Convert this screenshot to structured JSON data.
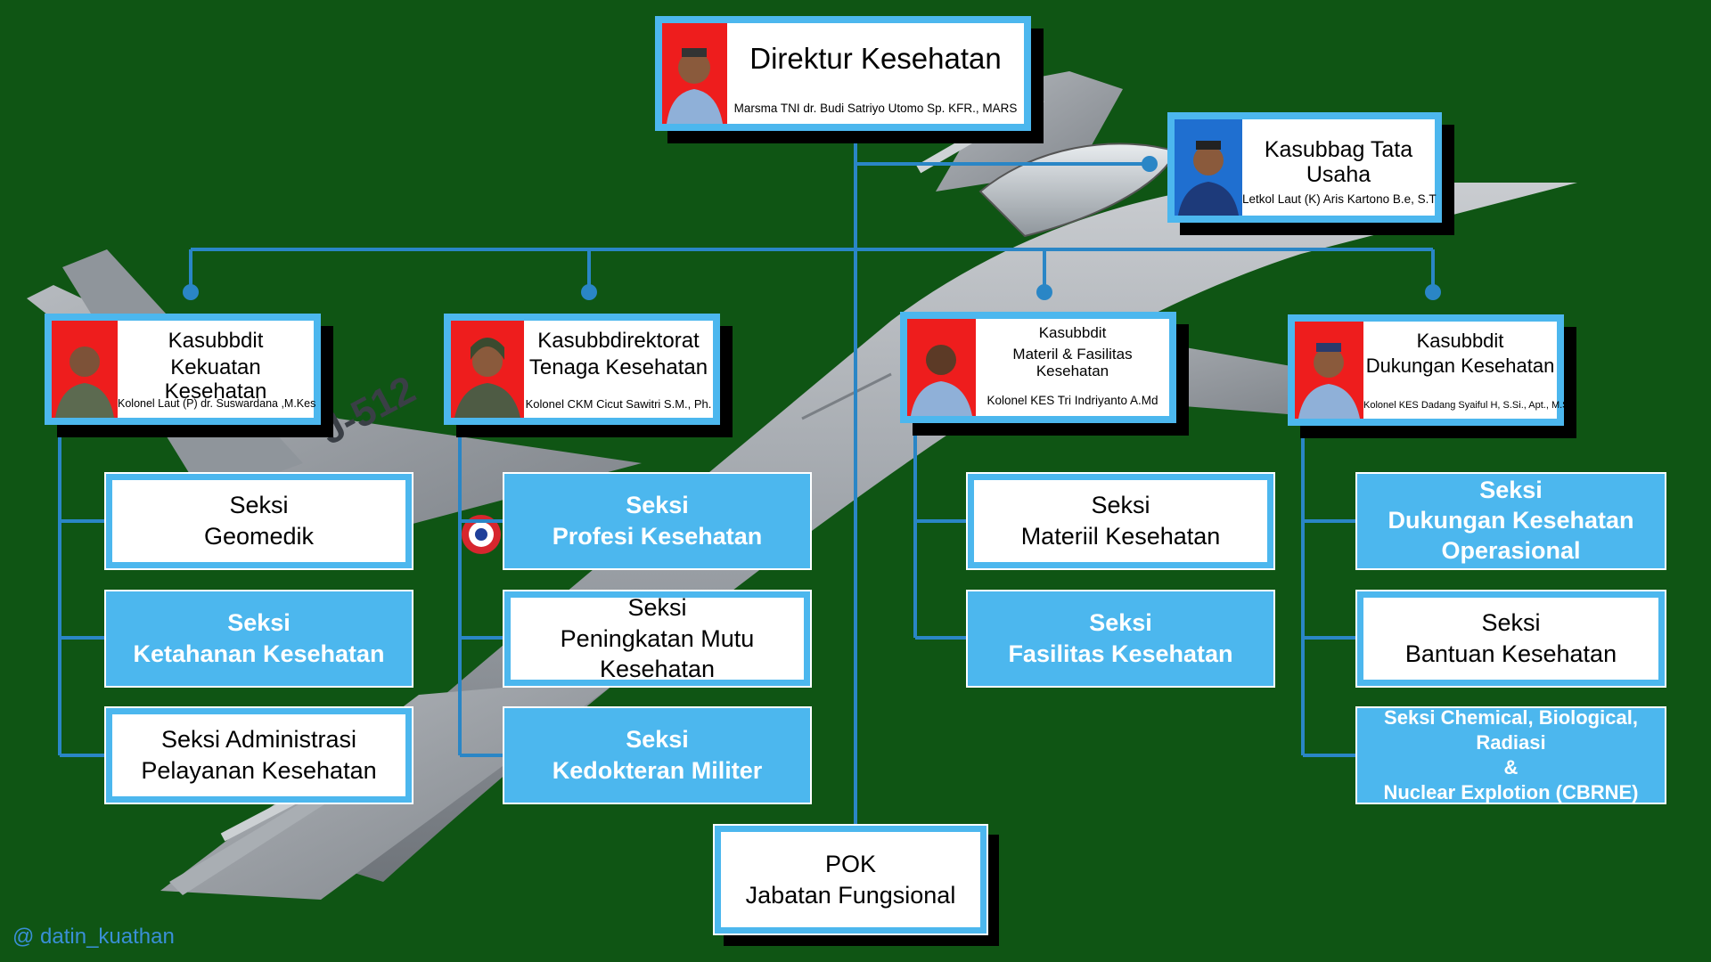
{
  "director": {
    "title": "Direktur Kesehatan",
    "name": "Marsma TNI dr. Budi Satriyo Utomo Sp. KFR., MARS"
  },
  "kasubbag": {
    "title": "Kasubbag Tata Usaha",
    "name": "Letkol Laut (K) Aris Kartono B.e, S.T"
  },
  "subdirectorates": [
    {
      "title_line1": "Kasubbdit",
      "title_line2": "Kekuatan Kesehatan",
      "name": "Kolonel Laut (P) dr. Suswardana ,M.Kes",
      "sections": [
        {
          "line1": "Seksi",
          "line2": "Geomedik",
          "style": "white"
        },
        {
          "line1": "Seksi",
          "line2": "Ketahanan Kesehatan",
          "style": "blue"
        },
        {
          "line1": "Seksi Administrasi",
          "line2": "Pelayanan Kesehatan",
          "style": "white"
        }
      ]
    },
    {
      "title_line1": "Kasubbdirektorat",
      "title_line2": "Tenaga Kesehatan",
      "name": "Kolonel CKM Cicut Sawitri S.M., Ph.",
      "sections": [
        {
          "line1": "Seksi",
          "line2": "Profesi Kesehatan",
          "style": "blue"
        },
        {
          "line1": "Seksi",
          "line2": "Peningkatan Mutu Kesehatan",
          "style": "white"
        },
        {
          "line1": "Seksi",
          "line2": "Kedokteran Militer",
          "style": "blue"
        }
      ]
    },
    {
      "title_line1": "Kasubbdit",
      "title_line2": "Materil & Fasilitas  Kesehatan",
      "name": "Kolonel KES Tri Indriyanto A.Md",
      "sections": [
        {
          "line1": "Seksi",
          "line2": "Materiil Kesehatan",
          "style": "white"
        },
        {
          "line1": "Seksi",
          "line2": "Fasilitas Kesehatan",
          "style": "blue"
        }
      ]
    },
    {
      "title_line1": "Kasubbdit",
      "title_line2": "Dukungan Kesehatan",
      "name": "Kolonel KES Dadang Syaiful H, S.Si., Apt., M.Si.",
      "sections": [
        {
          "line1": "Seksi",
          "line2": "Dukungan Kesehatan",
          "line3": "Operasional",
          "style": "blue"
        },
        {
          "line1": "Seksi",
          "line2": "Bantuan Kesehatan",
          "style": "white"
        },
        {
          "line1": "Seksi Chemical, Biological, Radiasi",
          "line2": "&",
          "line3": "Nuclear Explotion (CBRNE)",
          "style": "blue"
        }
      ]
    }
  ],
  "pok": {
    "line1": "POK",
    "line2": "Jabatan Fungsional"
  },
  "aircraft_marking": "J-512",
  "watermark": "@ datin_kuathan",
  "colors": {
    "background": "#0f5514",
    "accent": "#4cb7ee",
    "connector": "#2a86c6",
    "photo_red": "#ee1d1d",
    "photo_blue": "#1f6fd0"
  }
}
